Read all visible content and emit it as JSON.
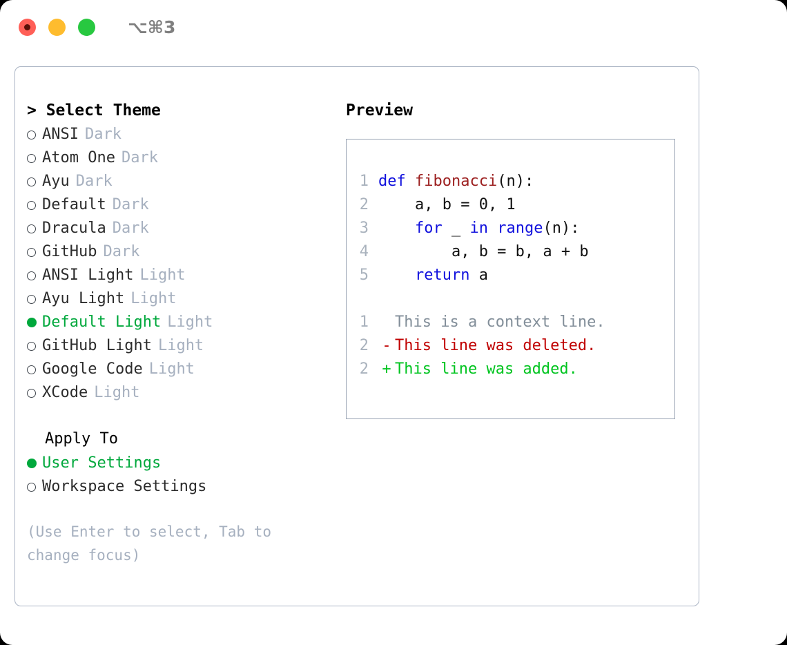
{
  "titlebar": {
    "shortcut": "⌥⌘3",
    "buttons": [
      "close",
      "minimize",
      "maximize"
    ]
  },
  "theme_list": {
    "header": "> Select Theme",
    "marker_selected": "●",
    "marker_unselected": "○",
    "items": [
      {
        "name": "ANSI",
        "tag": "Dark",
        "selected": false
      },
      {
        "name": "Atom One",
        "tag": "Dark",
        "selected": false
      },
      {
        "name": "Ayu",
        "tag": "Dark",
        "selected": false
      },
      {
        "name": "Default",
        "tag": "Dark",
        "selected": false
      },
      {
        "name": "Dracula",
        "tag": "Dark",
        "selected": false
      },
      {
        "name": "GitHub",
        "tag": "Dark",
        "selected": false
      },
      {
        "name": "ANSI Light",
        "tag": "Light",
        "selected": false
      },
      {
        "name": "Ayu Light",
        "tag": "Light",
        "selected": false
      },
      {
        "name": "Default Light",
        "tag": "Light",
        "selected": true
      },
      {
        "name": "GitHub Light",
        "tag": "Light",
        "selected": false
      },
      {
        "name": "Google Code",
        "tag": "Light",
        "selected": false
      },
      {
        "name": "XCode",
        "tag": "Light",
        "selected": false
      }
    ]
  },
  "apply_to": {
    "header": "Apply To",
    "options": [
      {
        "label": "User Settings",
        "selected": true
      },
      {
        "label": "Workspace Settings",
        "selected": false
      }
    ]
  },
  "hint": "(Use Enter to select, Tab to change focus)",
  "preview": {
    "title": "Preview",
    "code": [
      {
        "num": "1",
        "tokens": [
          {
            "t": "def",
            "c": "kw"
          },
          {
            "t": " ",
            "c": "pn"
          },
          {
            "t": "fibonacci",
            "c": "fn"
          },
          {
            "t": "(n):",
            "c": "pn"
          }
        ]
      },
      {
        "num": "2",
        "tokens": [
          {
            "t": "    a, b = 0, 1",
            "c": "pn"
          }
        ]
      },
      {
        "num": "3",
        "tokens": [
          {
            "t": "    ",
            "c": "pn"
          },
          {
            "t": "for",
            "c": "kw"
          },
          {
            "t": " _ ",
            "c": "pn"
          },
          {
            "t": "in",
            "c": "kw"
          },
          {
            "t": " ",
            "c": "pn"
          },
          {
            "t": "range",
            "c": "kw"
          },
          {
            "t": "(n):",
            "c": "pn"
          }
        ]
      },
      {
        "num": "4",
        "tokens": [
          {
            "t": "        a, b = b, a + b",
            "c": "pn"
          }
        ]
      },
      {
        "num": "5",
        "tokens": [
          {
            "t": "    ",
            "c": "pn"
          },
          {
            "t": "return",
            "c": "kw"
          },
          {
            "t": " a",
            "c": "pn"
          }
        ]
      }
    ],
    "diff": [
      {
        "num": "1",
        "sign": " ",
        "text": "This is a context line.",
        "kind": "context"
      },
      {
        "num": "2",
        "sign": "-",
        "text": "This line was deleted.",
        "kind": "deleted"
      },
      {
        "num": "2",
        "sign": "+",
        "text": "This line was added.",
        "kind": "added"
      }
    ]
  },
  "colors": {
    "selected_green": "#00a83c",
    "tag_gray": "#a6b0bf",
    "keyword_blue": "#1111dd",
    "function_red": "#9c1f1f",
    "diff_delete": "#c00000",
    "diff_add": "#00c41f",
    "border": "#aab4c4"
  }
}
